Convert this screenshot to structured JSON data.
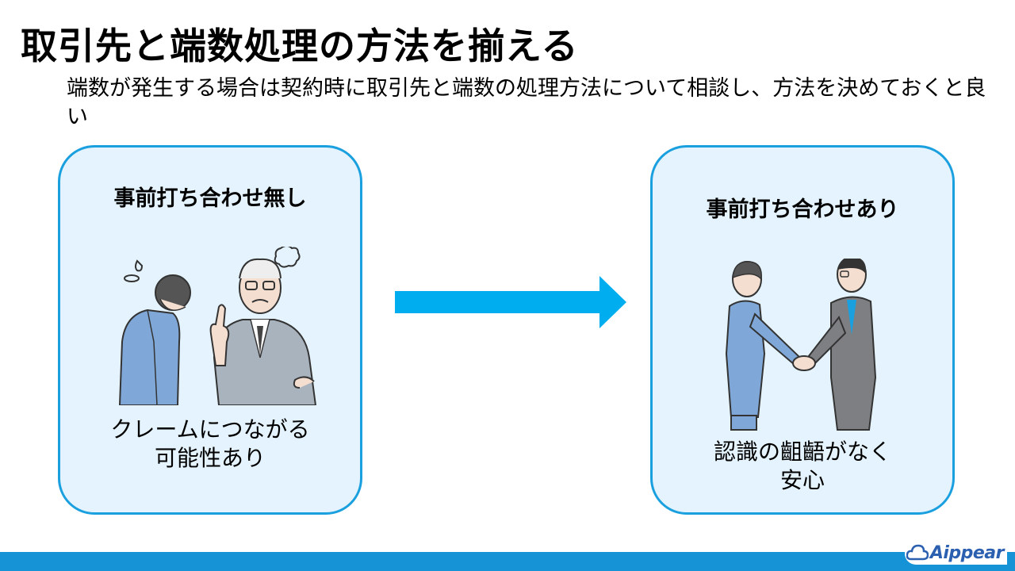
{
  "slide": {
    "title": "取引先と端数処理の方法を揃える",
    "subtitle": "端数が発生する場合は契約時に取引先と端数の処理方法について相談し、方法を決めておくと良い"
  },
  "left_panel": {
    "title": "事前打ち合わせ無し",
    "caption_line1": "クレームにつながる",
    "caption_line2": "可能性あり",
    "illustration": "scolding-businessman-illustration"
  },
  "right_panel": {
    "title": "事前打ち合わせあり",
    "caption_line1": "認識の齟齬がなく",
    "caption_line2": "安心",
    "illustration": "handshake-illustration"
  },
  "arrow": {
    "color": "#00aeef"
  },
  "footer": {
    "bar_color": "#1593d6",
    "logo_text": "Aippear"
  }
}
